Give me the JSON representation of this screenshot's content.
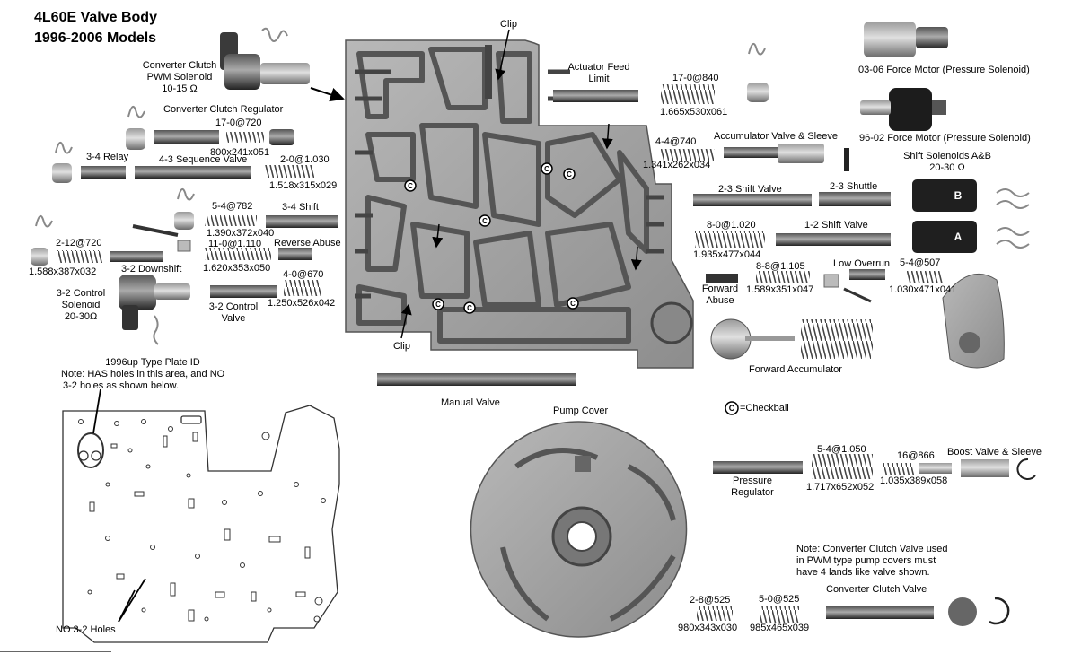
{
  "title": {
    "line1": "4L60E Valve Body",
    "line2": "1996-2006  Models"
  },
  "labels": {
    "ccpwm": [
      "Converter Clutch",
      "PWM Solenoid",
      "10-15 Ω"
    ],
    "ccreg": "Converter Clutch Regulator",
    "spring_17_720": "17-0@720",
    "spec_800": "800x241x051",
    "relay34": "3-4 Relay",
    "seq43": "4-3 Sequence Valve",
    "spring_2_0": "2-0@1.030",
    "spec_1518": "1.518x315x029",
    "spring_54_782": "5-4@782",
    "spec_1390": "1.390x372x040",
    "shift34": "3-4 Shift",
    "spring_11_0": "11-0@1.110",
    "spec_1620": "1.620x353x050",
    "rev_abuse": "Reverse Abuse",
    "spring_2_12": "2-12@720",
    "spec_1588": "1.588x387x032",
    "downshift32": "3-2 Downshift",
    "spring_4_0": "4-0@670",
    "spec_1250": "1.250x526x042",
    "cs32": [
      "3-2 Control",
      "Solenoid",
      "20-30Ω"
    ],
    "cv32": [
      "3-2 Control",
      "Valve"
    ],
    "clip": "Clip",
    "act_feed": [
      "Actuator Feed",
      "Limit"
    ],
    "spring_17_840": "17-0@840",
    "spec_1665": "1.665x530x061",
    "fm0306": "03-06 Force Motor (Pressure Solenoid)",
    "acc_valve": "Accumulator Valve & Sleeve",
    "spring_44_740": "4-4@740",
    "spec_1341": "1.341x262x034",
    "fm9602": "96-02 Force Motor (Pressure Solenoid)",
    "shift_sol": [
      "Shift Solenoids A&B",
      "20-30 Ω"
    ],
    "shift23": "2-3 Shift Valve",
    "shuttle23": "2-3 Shuttle",
    "spring_8_0": "8-0@1.020",
    "spec_1935": "1.935x477x044",
    "shift12": "1-2 Shift Valve",
    "spring_8_8": "8-8@1.105",
    "spec_1589": "1.589x351x047",
    "low_overrun": "Low Overrun",
    "spring_54_507": "5-4@507",
    "spec_1030": "1.030x471x041",
    "fwd_abuse": [
      "Forward",
      "Abuse"
    ],
    "fwd_acc": "Forward Accumulator",
    "plate_id": [
      "1996up Type Plate ID",
      "Note: HAS holes in this area, and NO",
      "3-2 holes as shown below."
    ],
    "manual": "Manual Valve",
    "pump_cover": "Pump Cover",
    "checkball": "=Checkball",
    "press_reg": [
      "Pressure",
      "Regulator"
    ],
    "spring_54_1050": "5-4@1.050",
    "spec_1717": "1.717x652x052",
    "spring_16_866": "16@866",
    "spec_1035": "1.035x389x058",
    "boost": "Boost Valve & Sleeve",
    "note_cc": [
      "Note: Converter Clutch Valve used",
      "in PWM type pump covers must",
      "have 4 lands like valve shown."
    ],
    "cc_valve": "Converter Clutch Valve",
    "spring_28_525": "2-8@525",
    "spec_980": "980x343x030",
    "spring_5_0": "5-0@525",
    "spec_985": "985x465x039",
    "no_holes": "NO 3-2 Holes",
    "sol_a": "A",
    "sol_b": "B",
    "c": "C"
  }
}
